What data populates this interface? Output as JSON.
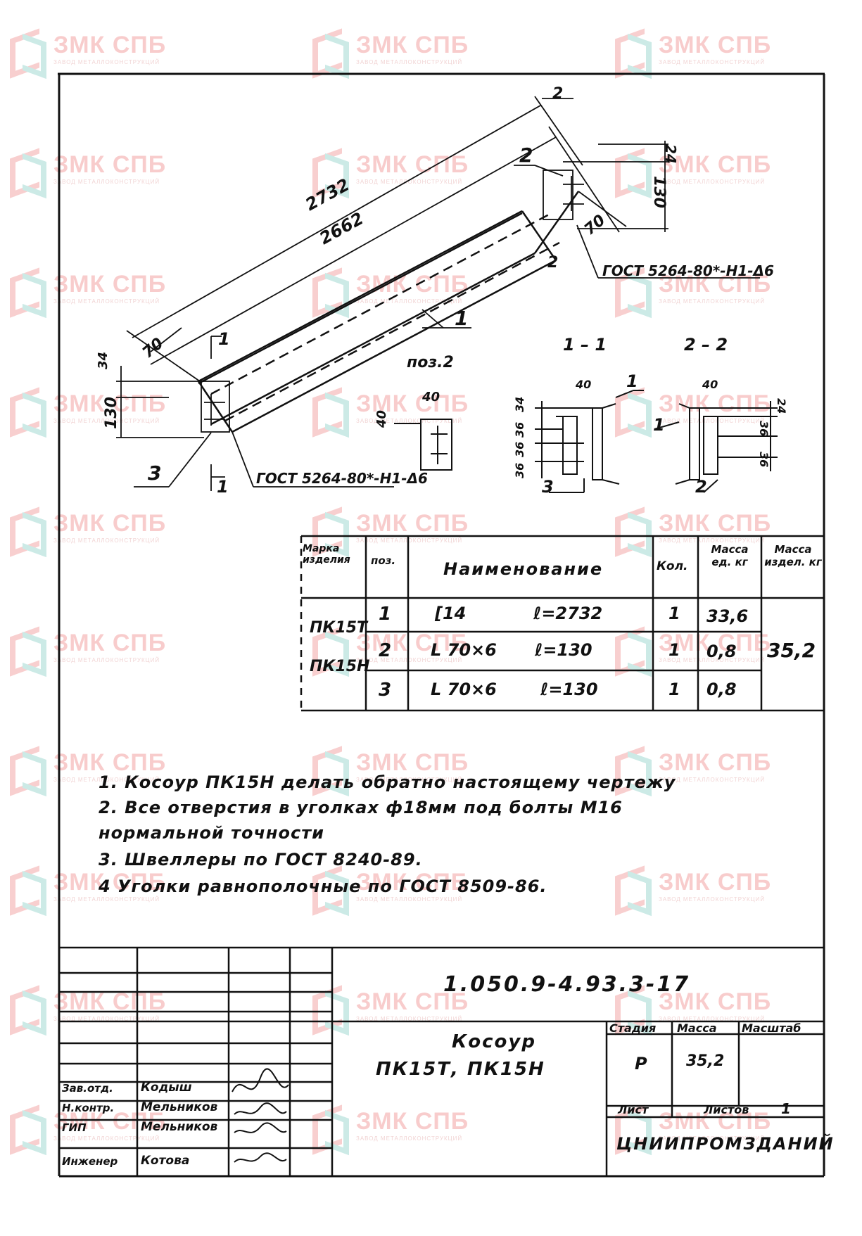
{
  "watermark": {
    "brand": "ЗМК СПБ",
    "sub": "завод металлоконструкций"
  },
  "drawing": {
    "dims": {
      "total_len": "2732",
      "inner_len": "2662",
      "d2_top": "2",
      "d2_bot": "2",
      "d24": "24",
      "d130_right": "130",
      "d70_right": "70",
      "d70_left": "70",
      "d34": "34",
      "d130_left": "130",
      "d40": "40",
      "d40b": "40"
    },
    "gost_weld_top": "ГОСТ 5264-80*-Н1-Δ6",
    "gost_weld_bottom": "ГОСТ 5264-80*-Н1-Δ6",
    "pos_labels": {
      "p1": "1",
      "p2": "2",
      "p3": "3"
    },
    "section_mark": "1",
    "poz2_title": "поз.2",
    "sec11_title": "1 – 1",
    "sec22_title": "2 – 2",
    "sec11": {
      "d40": "40",
      "d34": "34",
      "d36a": "36",
      "d36b": "36",
      "d36c": "36",
      "pos1": "1",
      "pos3": "3"
    },
    "sec22": {
      "d40": "40",
      "d24": "24",
      "d36a": "36",
      "d36b": "36",
      "pos1": "1",
      "pos2": "2"
    }
  },
  "spec_table": {
    "headers": {
      "mark": "Марка изделия",
      "pos": "поз.",
      "name": "Наименование",
      "qty": "Кол.",
      "unit_mass": "Масса ед. кг",
      "prod_mass": "Масса издел. кг"
    },
    "marks": [
      "ПК15Т",
      "ПК15Н"
    ],
    "rows": [
      {
        "pos": "1",
        "profile": "[14",
        "length": "ℓ=2732",
        "qty": "1",
        "mass": "33,6"
      },
      {
        "pos": "2",
        "profile": "L 70×6",
        "length": "ℓ=130",
        "qty": "1",
        "mass": "0,8"
      },
      {
        "pos": "3",
        "profile": "L 70×6",
        "length": "ℓ=130",
        "qty": "1",
        "mass": "0,8"
      }
    ],
    "total_mass": "35,2"
  },
  "notes": [
    "1.  Косоур ПК15Н  делать обратно настоящему чертежу",
    "2.  Все отверстия  в уголках ф18мм  под болты  М16",
    "      нормальной   точности",
    "3.  Швеллеры   по ГОСТ 8240-89.",
    "4   Уголки  равнополочные  по  ГОСТ 8509-86."
  ],
  "title_block": {
    "doc_code": "1.050.9-4.93.3-17",
    "item_name": "Косоур",
    "item_marks": "ПК15Т, ПК15Н",
    "stage_label": "Стадия",
    "mass_label": "Масса",
    "scale_label": "Масштаб",
    "stage": "Р",
    "mass": "35,2",
    "sheet_label": "Лист",
    "sheets_label": "Листов",
    "sheets": "1",
    "org": "ЦНИИПРОМЗДАНИЙ",
    "staff": [
      {
        "role": "Зав.отд.",
        "name": "Кодыш"
      },
      {
        "role": "Н.контр.",
        "name": "Мельников"
      },
      {
        "role": "ГИП",
        "name": "Мельников"
      },
      {
        "role": "Инженер",
        "name": "Котова"
      }
    ]
  }
}
